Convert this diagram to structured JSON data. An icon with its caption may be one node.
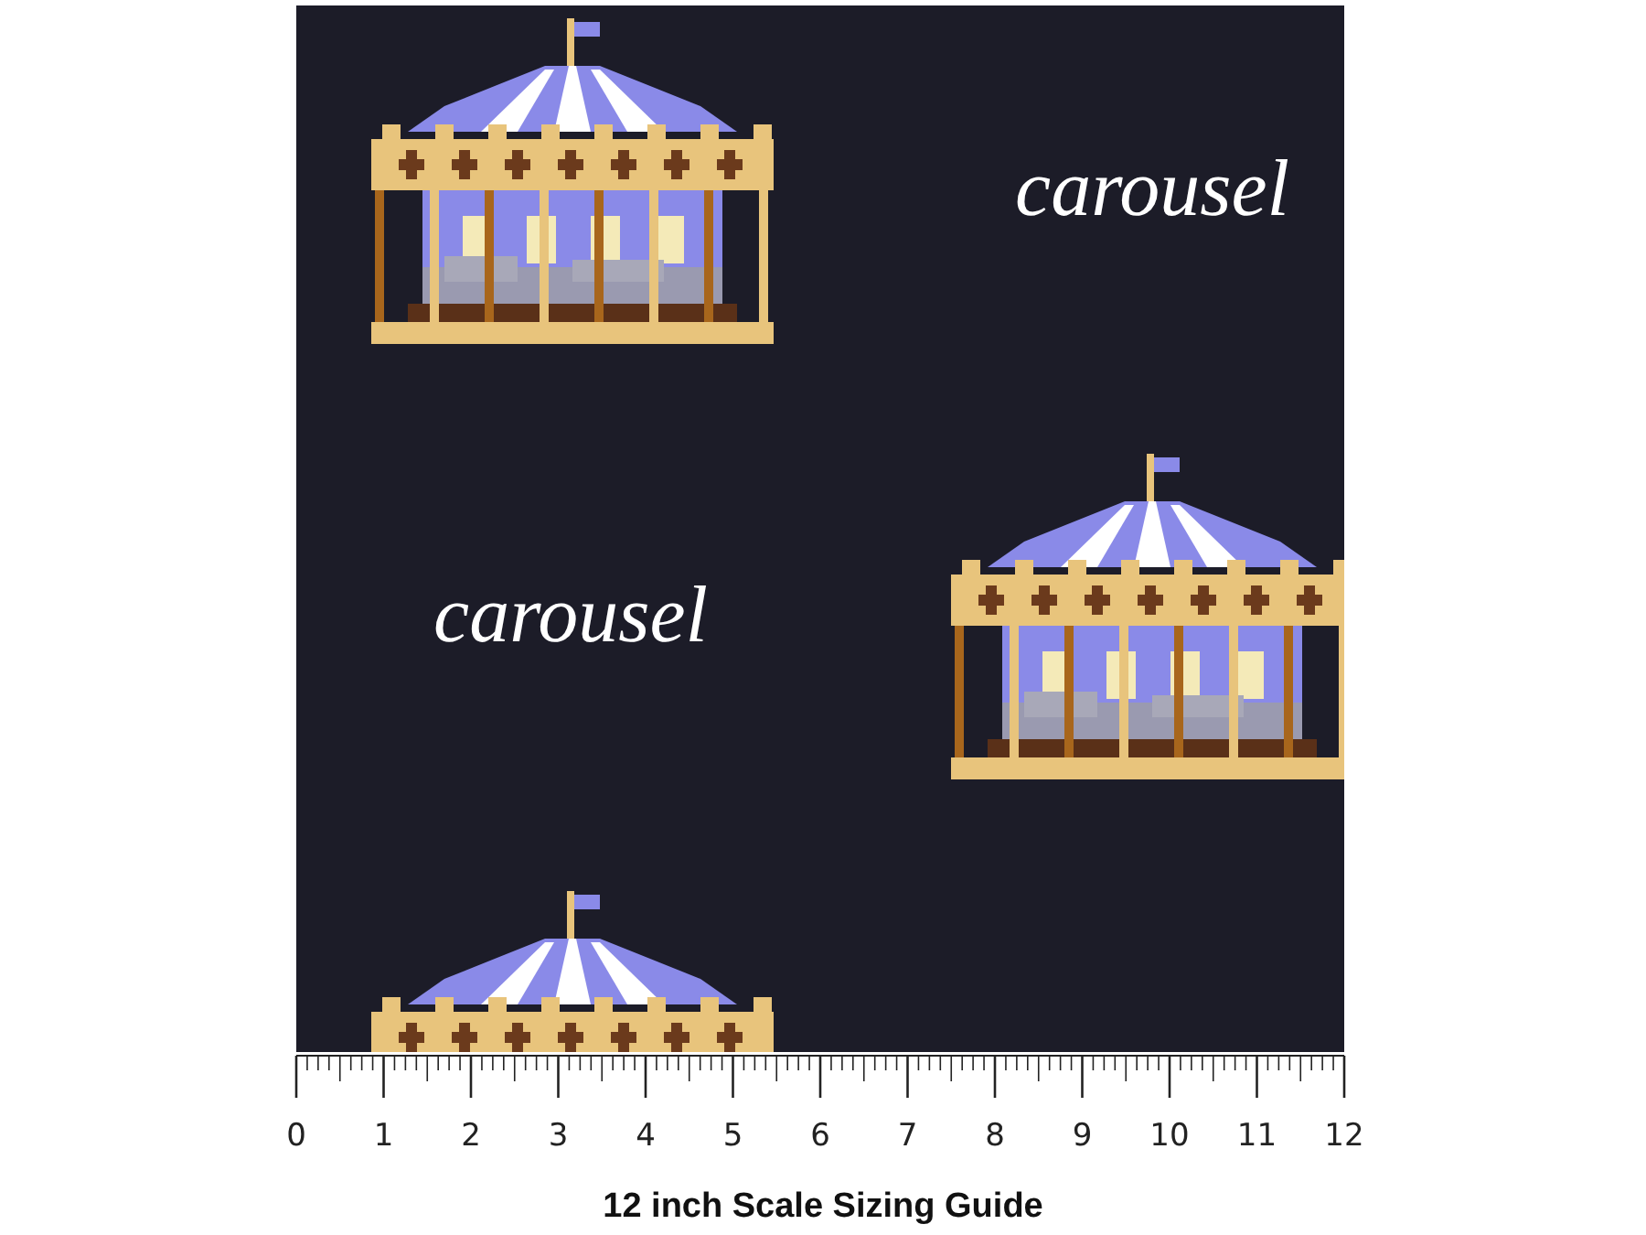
{
  "diagram": {
    "caption": "12 inch Scale Sizing Guide",
    "labels": [
      "carousel",
      "carousel",
      "0",
      "1",
      "2",
      "3",
      "4",
      "5",
      "6",
      "7",
      "8",
      "9",
      "10",
      "11",
      "12"
    ]
  }
}
